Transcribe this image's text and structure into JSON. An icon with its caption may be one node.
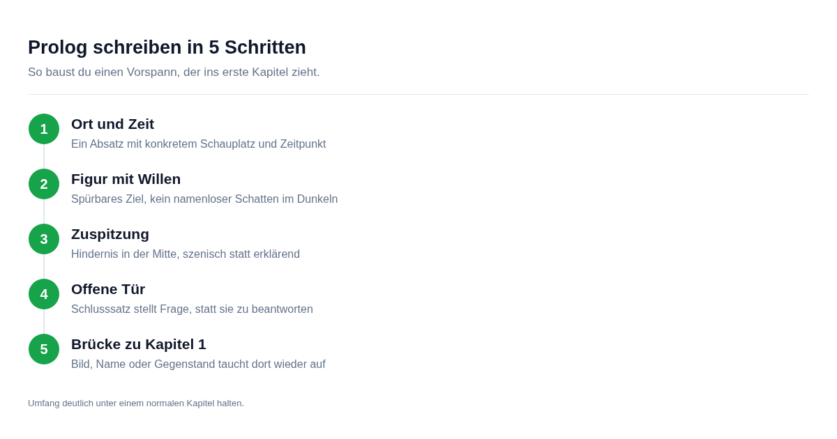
{
  "diagram": {
    "title": "Prolog schreiben in 5 Schritten",
    "caption": "Umfang deutlich unter einem normalen Kapitel halten.",
    "nodes": [
      {
        "text": [
          "1"
        ],
        "beside": [
          "Ort und Zeit",
          "Ein Absatz mit konkretem Schauplatz und Zeitpunkt"
        ]
      },
      {
        "text": [
          "2"
        ],
        "beside": [
          "Figur mit Willen",
          "Spürbares Ziel, kein namenloser Schatten im Dunkeln"
        ]
      },
      {
        "text": [
          "3"
        ],
        "beside": [
          "Zuspitzung",
          "Hindernis in der Mitte, szenisch statt erklärend"
        ]
      },
      {
        "text": [
          "4"
        ],
        "beside": [
          "Offene Tür",
          "Schlusssatz stellt Frage, statt sie zu beantworten"
        ]
      },
      {
        "text": [
          "5"
        ],
        "beside": [
          "Brücke zu Kapitel 1",
          "Bild, Name oder Gegenstand taucht dort wieder auf"
        ]
      }
    ],
    "edges": [
      {
        "from": 0,
        "to": 1,
        "arrow": "none"
      },
      {
        "from": 1,
        "to": 2,
        "arrow": "none"
      },
      {
        "from": 2,
        "to": 3,
        "arrow": "none"
      },
      {
        "from": 3,
        "to": 4,
        "arrow": "none"
      }
    ],
    "labels": [
      "So baust du einen Vorspann, der ins erste Kapitel zieht."
    ]
  }
}
